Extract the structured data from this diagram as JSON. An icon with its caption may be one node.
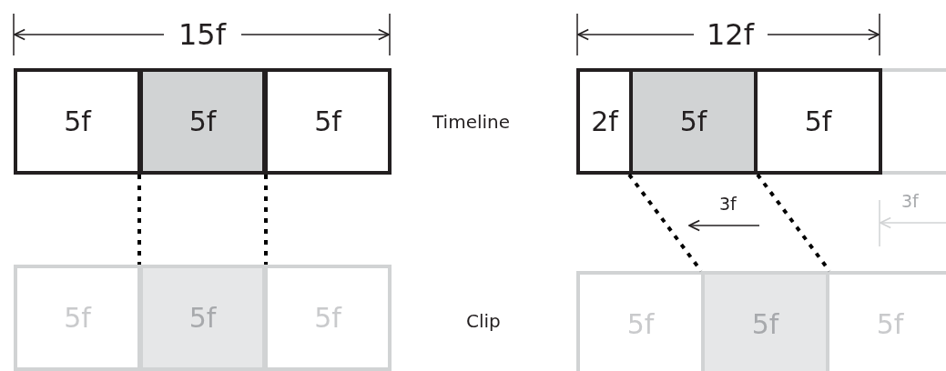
{
  "diagram": {
    "nodes": [
      {
        "text": [
          "5f"
        ]
      },
      {
        "text": [
          "5f"
        ]
      },
      {
        "text": [
          "5f"
        ]
      },
      {
        "text": [
          "5f"
        ]
      },
      {
        "text": [
          "5f"
        ]
      },
      {
        "text": [
          "5f"
        ]
      },
      {
        "text": [
          "2f"
        ]
      },
      {
        "text": [
          "5f"
        ]
      },
      {
        "text": [
          "5f"
        ]
      },
      {
        "text": [],
        "shape": "box"
      },
      {
        "text": [
          "5f"
        ]
      },
      {
        "text": [
          "5f"
        ]
      },
      {
        "text": [
          "5f"
        ]
      }
    ],
    "edges": [
      {
        "from": 1,
        "to": 4,
        "arrow": "none",
        "style": "dashed"
      },
      {
        "from": 1,
        "to": 4,
        "arrow": "none",
        "style": "dashed"
      },
      {
        "from": 7,
        "to": 11,
        "arrow": "none",
        "style": "dashed"
      },
      {
        "from": 7,
        "to": 11,
        "arrow": "none",
        "style": "dashed"
      }
    ],
    "labels": [
      "15f",
      "12f",
      "Timeline",
      "3f",
      "3f",
      "Clip"
    ]
  }
}
